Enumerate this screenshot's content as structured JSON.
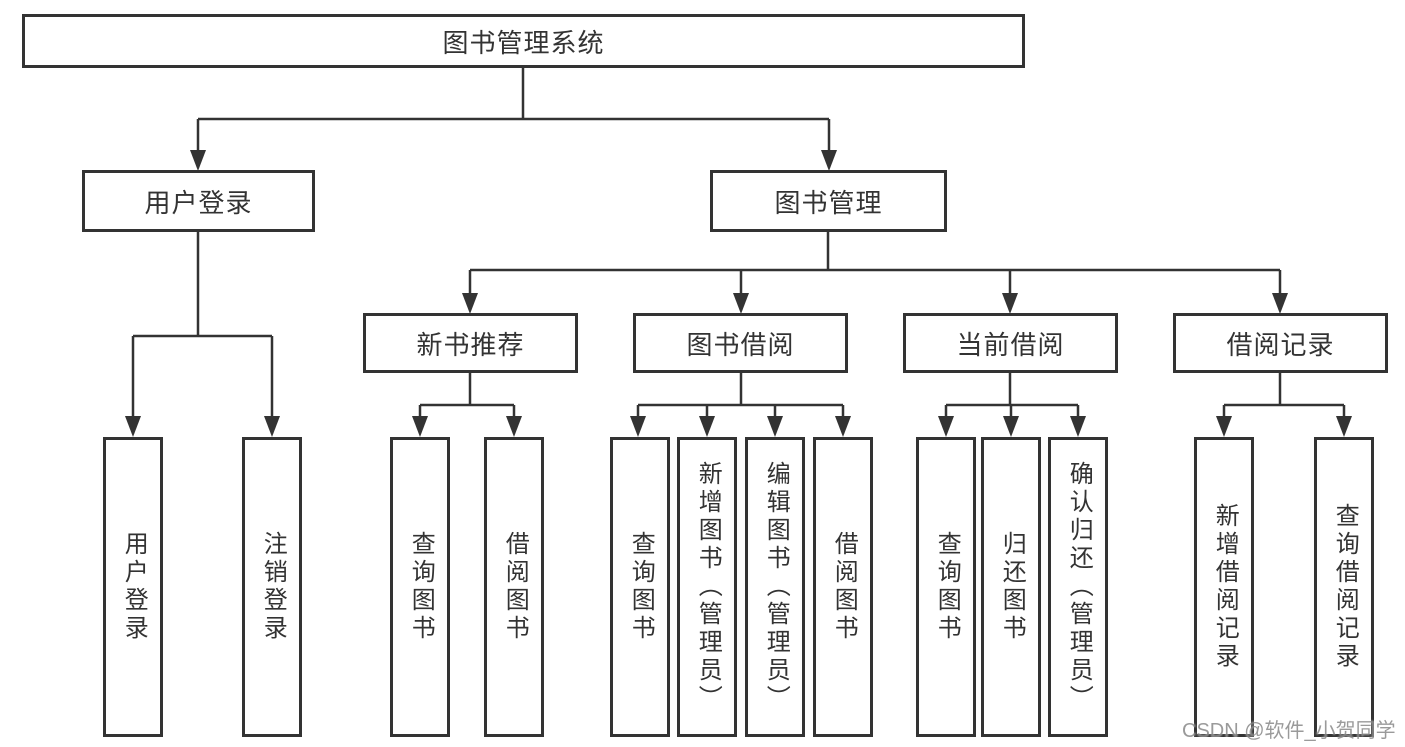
{
  "tree": {
    "root": {
      "label": "图书管理系统",
      "children": [
        {
          "label": "用户登录",
          "children": [
            {
              "label": "用户登录"
            },
            {
              "label": "注销登录"
            }
          ]
        },
        {
          "label": "图书管理",
          "children": [
            {
              "label": "新书推荐",
              "children": [
                {
                  "label": "查询图书"
                },
                {
                  "label": "借阅图书"
                }
              ]
            },
            {
              "label": "图书借阅",
              "children": [
                {
                  "label": "查询图书"
                },
                {
                  "label": "新增图书（管理员）"
                },
                {
                  "label": "编辑图书（管理员）"
                },
                {
                  "label": "借阅图书"
                }
              ]
            },
            {
              "label": "当前借阅",
              "children": [
                {
                  "label": "查询图书"
                },
                {
                  "label": "归还图书"
                },
                {
                  "label": "确认归还（管理员）"
                }
              ]
            },
            {
              "label": "借阅记录",
              "children": [
                {
                  "label": "新增借阅记录"
                },
                {
                  "label": "查询借阅记录"
                }
              ]
            }
          ]
        }
      ]
    }
  },
  "watermark": {
    "text": "CSDN @软件_小贺同学"
  },
  "colors": {
    "line": "#333333",
    "text": "#333333",
    "background": "#ffffff",
    "watermark": "#7d7d7d"
  }
}
